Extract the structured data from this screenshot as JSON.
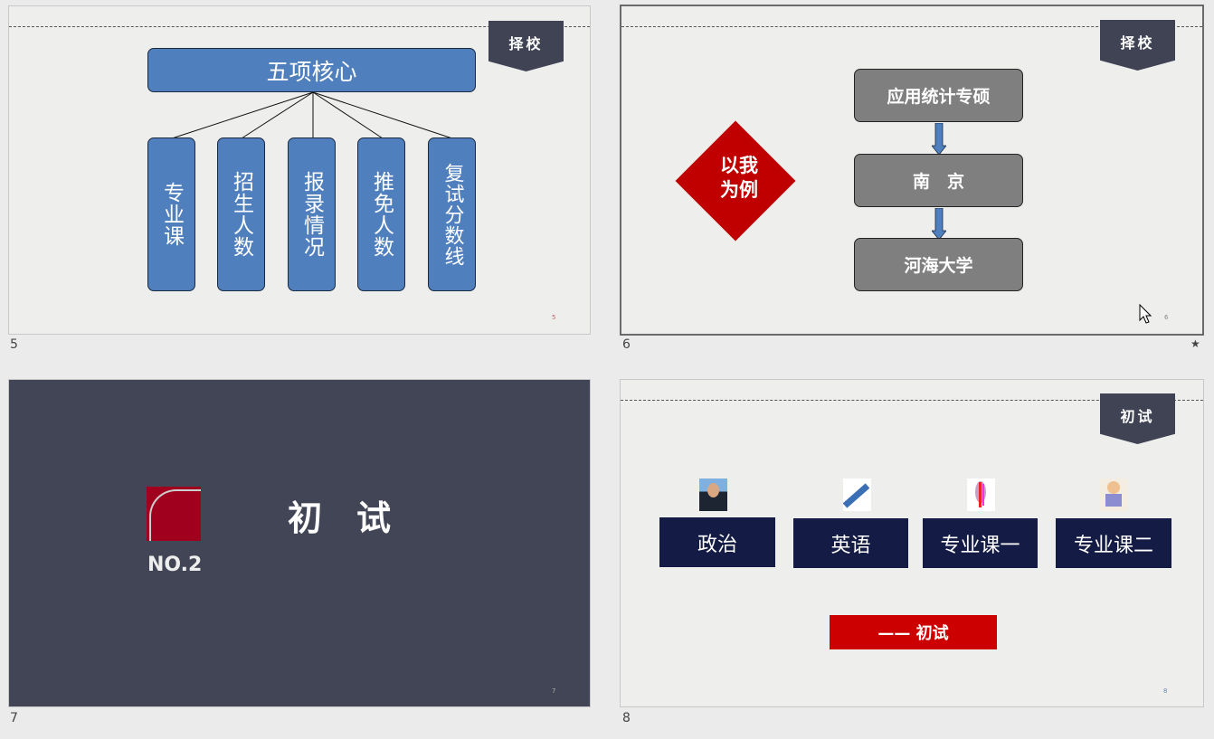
{
  "slides": [
    {
      "number": "5",
      "ribbon": "择校",
      "title": "五项核心",
      "items": [
        "专业课",
        "招生人数",
        "报录情况",
        "推免人数",
        "复试分数线"
      ],
      "page": "5"
    },
    {
      "number": "6",
      "ribbon": "择校",
      "badge": "以我为例",
      "steps": [
        "应用统计专硕",
        "南　京",
        "河海大学"
      ],
      "page": "6",
      "selected": true,
      "transition_marker": "★"
    },
    {
      "number": "7",
      "label": "NO.2",
      "title": "初　试",
      "page": "7",
      "accent": "#a0001e"
    },
    {
      "number": "8",
      "ribbon": "初试",
      "subjects": [
        {
          "label": "政治",
          "image": "portrait-photo"
        },
        {
          "label": "英语",
          "image": "success-arrow-image"
        },
        {
          "label": "专业课一",
          "image": "chart-image"
        },
        {
          "label": "专业课二",
          "image": "studying-child-image"
        }
      ],
      "tag": "—— 初试",
      "page": "8"
    }
  ],
  "colors": {
    "blue": "#4f7fbd",
    "navy": "#141b45",
    "red": "#cc0000",
    "dark_slide": "#424555"
  }
}
